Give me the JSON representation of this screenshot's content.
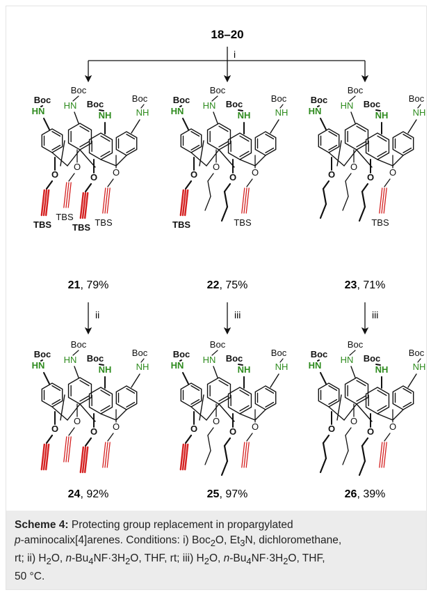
{
  "scheme": {
    "start_label": "18–20",
    "steps": {
      "top": "i",
      "col1": "ii",
      "col2": "iii",
      "col3": "iii"
    },
    "compounds_row1": [
      {
        "number": "21",
        "yield": ", 79%"
      },
      {
        "number": "22",
        "yield": ", 75%"
      },
      {
        "number": "23",
        "yield": ", 71%"
      }
    ],
    "compounds_row2": [
      {
        "number": "24",
        "yield": ", 92%"
      },
      {
        "number": "25",
        "yield": ", 97%"
      },
      {
        "number": "26",
        "yield": ", 39%"
      }
    ],
    "atom_labels": {
      "boc": "Boc",
      "hn": "HN",
      "nh": "NH",
      "o": "O",
      "tbs": "TBS"
    },
    "colors": {
      "amine_green": "#2e8b1e",
      "alkyne_red": "#d42020",
      "bond": "#111111"
    }
  },
  "caption": {
    "title": "Scheme 4:",
    "line1": " Protecting group replacement in propargylated",
    "line2_pre": "p",
    "line2": "-aminocalix[4]arenes. Conditions: i) Boc",
    "line2_sub": "2",
    "line2_post": "O, Et",
    "line2_sub2": "3",
    "line2_end": "N, dichloromethane,",
    "line3_a": "rt; ii) H",
    "line3_sub1": "2",
    "line3_b": "O, ",
    "line3_italic": "n",
    "line3_c": "-Bu",
    "line3_sub2": "4",
    "line3_d": "NF·3H",
    "line3_sub3": "2",
    "line3_e": "O, THF, rt; iii) H",
    "line3_sub4": "2",
    "line3_f": "O, ",
    "line3_italic2": "n",
    "line3_g": "-Bu",
    "line3_sub5": "4",
    "line3_h": "NF·3H",
    "line3_sub6": "2",
    "line3_i": "O, THF,",
    "line4": "50 °C."
  }
}
